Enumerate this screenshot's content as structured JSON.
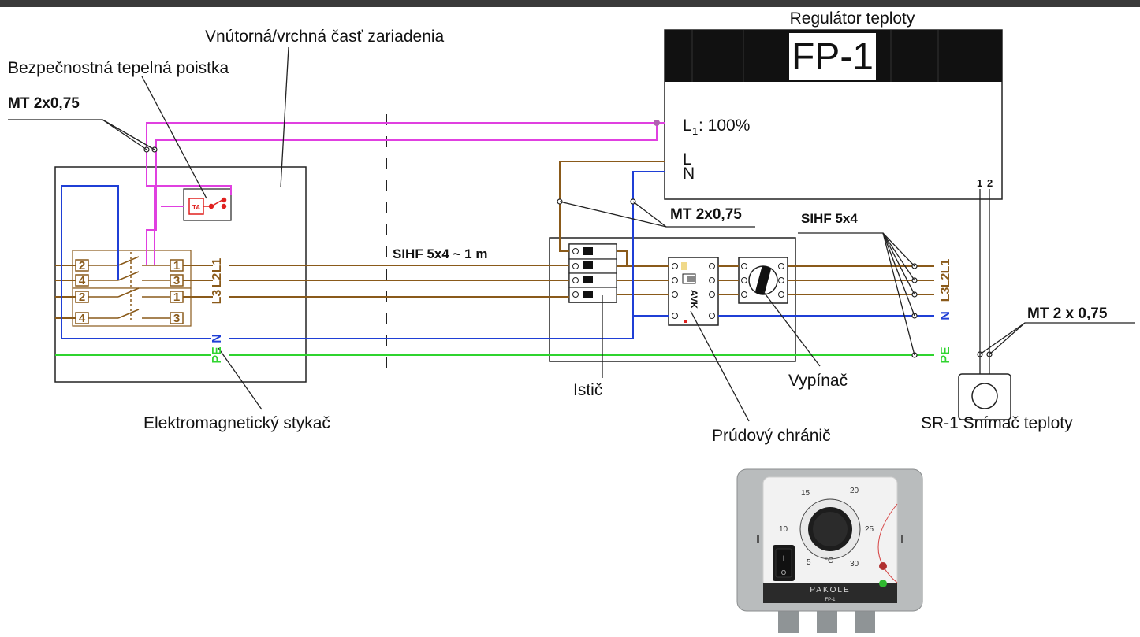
{
  "labels": {
    "regulator_title": "Regulátor teploty",
    "model": "FP-1",
    "l1_output": ": 100%",
    "l1_sym": "L",
    "l1_sub": "1",
    "l_term": "L",
    "n_term": "N",
    "inner_part": "Vnútorná/vrchná časť zariadenia",
    "thermal_fuse": "Bezpečnostná tepelná poistka",
    "mt_left": "MT 2x0,75",
    "mt_mid": "MT 2x0,75",
    "mt_right": "MT 2 x 0,75",
    "sihf_long": "SIHF 5x4 ~ 1 m",
    "sihf_short": "SIHF 5x4",
    "contactor": "Elektromagnetický stykač",
    "breaker": "Istič",
    "rcd": "Prúdový chránič",
    "switch": "Vypínač",
    "sensor": "SR-1 Snímač teploty",
    "terminal_1": "1",
    "terminal_2": "2",
    "ta": "TA",
    "avk": "AVK"
  },
  "phases_left": [
    "L1",
    "L2",
    "L3"
  ],
  "phases_right": [
    "L1",
    "L2",
    "L3"
  ],
  "neutral": "N",
  "pe": "PE",
  "contactor_terminals": [
    "2",
    "1",
    "4",
    "3",
    "2",
    "1",
    "4",
    "3"
  ],
  "device": {
    "brand": "PAKOLE",
    "model": "FP-1",
    "unit": "°C",
    "scale": [
      "5",
      "10",
      "15",
      "20",
      "25",
      "30"
    ],
    "switch_on": "I",
    "switch_off": "O"
  },
  "colors": {
    "phase": "#8a5a1a",
    "neutral": "#1f3fd6",
    "pe": "#2fd42f",
    "control": "#e040e0",
    "fuse": "#e0201e",
    "header": "#3a3a3a"
  }
}
